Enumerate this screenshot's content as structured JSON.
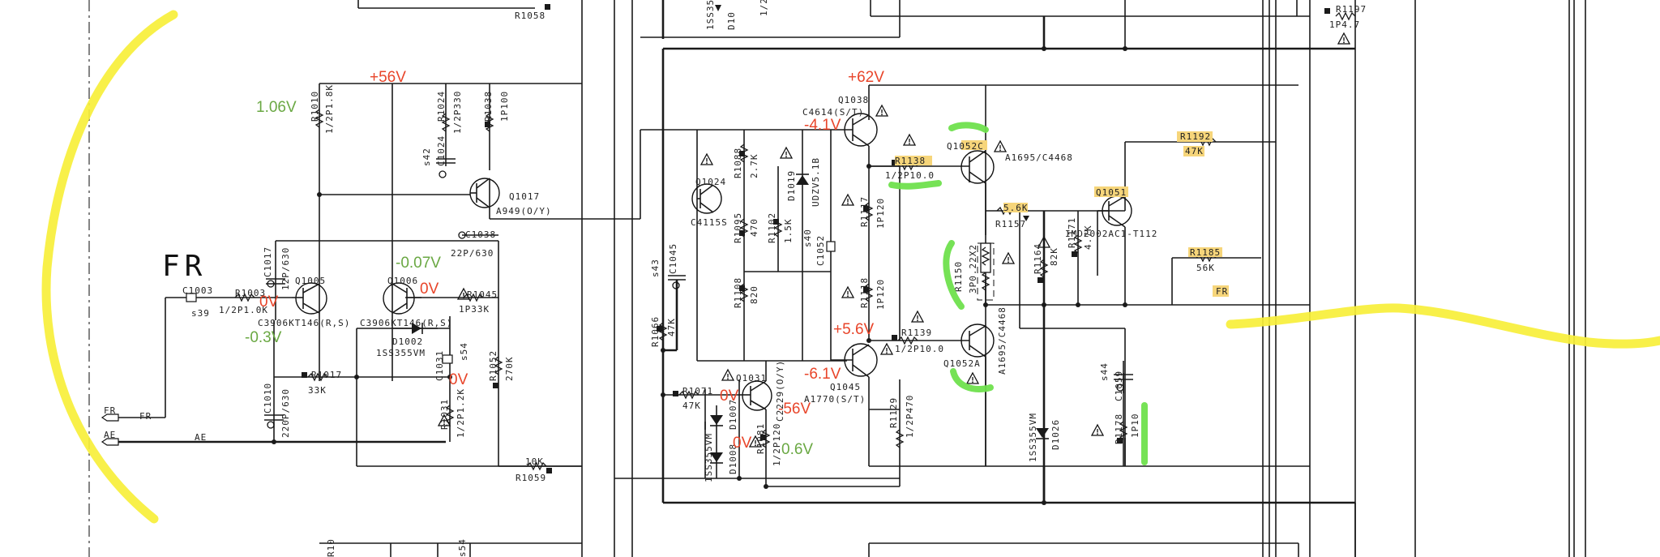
{
  "title": "FR",
  "colors": {
    "voltage_red": "#e8452a",
    "voltage_green": "#6aa843",
    "highlight": "#f6d57a",
    "marker_yellow": "#f7ef3a",
    "marker_green": "#6fe04d"
  },
  "voltages": {
    "v56": "+56V",
    "v62": "+62V",
    "v106": "1.06V",
    "vn007": "-0.07V",
    "vn03": "-0.3V",
    "v0a": "0V",
    "v0b": "0V",
    "v0c": "0V",
    "v0d": "0V",
    "v0e": "0V",
    "vn41": "-4.1V",
    "v56p": "+5.6V",
    "vn61": "-6.1V",
    "vn56": "-56V",
    "v06": "0.6V"
  },
  "labels": {
    "r1058": "R1058",
    "r1197": "R1197",
    "p1p47": "1P4.7",
    "d_top": "D10",
    "ss_top": "1SS35",
    "r1010": "R1010",
    "r1010v": "1/2P1.8K",
    "r1024": "R1024",
    "r1024v": "1/2P330",
    "r1038": "R1038",
    "r1038v": "1P100",
    "s42": "s42",
    "c1024": "C1024",
    "q1017": "Q1017",
    "q1017t": "A949(O/Y)",
    "c1038": "C1038",
    "c1038v": "22P/630",
    "r1045": "R1045",
    "r1045v": "1P33K",
    "c1017": "C1017",
    "c1017v": "12P/630",
    "q1005": "Q1005",
    "q1006": "Q1006",
    "q1005t": "C3906KT146(R,S)",
    "q1006t": "C3906KT146(R,S)",
    "c1003": "C1003",
    "s39": "s39",
    "r1003": "R1003",
    "r1003v": "1/2P1.0K",
    "d1002": "D1002",
    "d1002t": "1SS355VM",
    "s54": "s54",
    "c1031": "C1031",
    "r1052": "R1052",
    "r1052v": "270K",
    "r1017": "R1017",
    "r1017v": "33K",
    "c1010": "C1010",
    "c1010v": "220P/630",
    "r1031": "R1031",
    "r1031v": "1/2P1.2K",
    "fr_in": "FR",
    "fr_net": "FR",
    "ae_in": "AE",
    "ae_net": "AE",
    "r1059": "R1059",
    "r1059v": "10K",
    "q1038": "Q1038",
    "q1038t": "C4614(S/T)",
    "q1024": "Q1024",
    "q1024t": "C4115S",
    "r1088": "R1088",
    "r1088v": "2.7K",
    "d1019": "D1019",
    "d1019t": "UDZV5.1B",
    "r1095": "R1095",
    "r1095v": "470",
    "r1102": "R1102",
    "r1102v": "1.5K",
    "s40": "s40",
    "c1052": "C1052",
    "r1117": "R1117",
    "r1117v": "1P120",
    "s43": "s43",
    "c1045": "C1045",
    "r1066": "R1066",
    "r1066v": "47K",
    "r1108": "R1108",
    "r1108v": "820",
    "r1118": "R1118",
    "r1118v": "1P120",
    "r1071": "R1071",
    "r1071v": "47K",
    "q1031": "Q1031",
    "q1031t": "C2229(O/Y)",
    "d1007": "D1007",
    "d1008": "D1008",
    "d_ss": "1SS355VM",
    "r1081": "R1081",
    "r1081v": "1/2P120",
    "q1045": "Q1045",
    "q1045t": "A1770(S/T)",
    "r1129": "R1129",
    "r1129v": "1/2P470",
    "r1138": "R1138",
    "r1138v": "1/2P10.0",
    "q1052c": "Q1052C",
    "q1052ct": "A1695/C4468",
    "r1150": "R1150",
    "r1150v": "3P0.22X2",
    "r1139": "R1139",
    "r1139v": "1/2P10.0",
    "q1052a": "Q1052A",
    "q1052at": "A1695/C4468",
    "r1157v": "5.6K",
    "r1157": "R1157",
    "r1164": "R1164",
    "r1164v": "82K",
    "r1171": "R1171",
    "r1171v": "4.7K",
    "q1051": "Q1051",
    "q1051t": "IMD2002AC1-T112",
    "r1192": "R1192",
    "r1192v": "47K",
    "r1185": "R1185",
    "r1185v": "56K",
    "fr_tag": "FR",
    "s44": "s44",
    "c1059": "C1059",
    "d1026": "D1026",
    "d1026t": "1SS355VM",
    "r1178": "R1178",
    "r1178v": "1P10",
    "bl1": "R10",
    "bl2": "s54",
    "bl3": "1/2P"
  }
}
